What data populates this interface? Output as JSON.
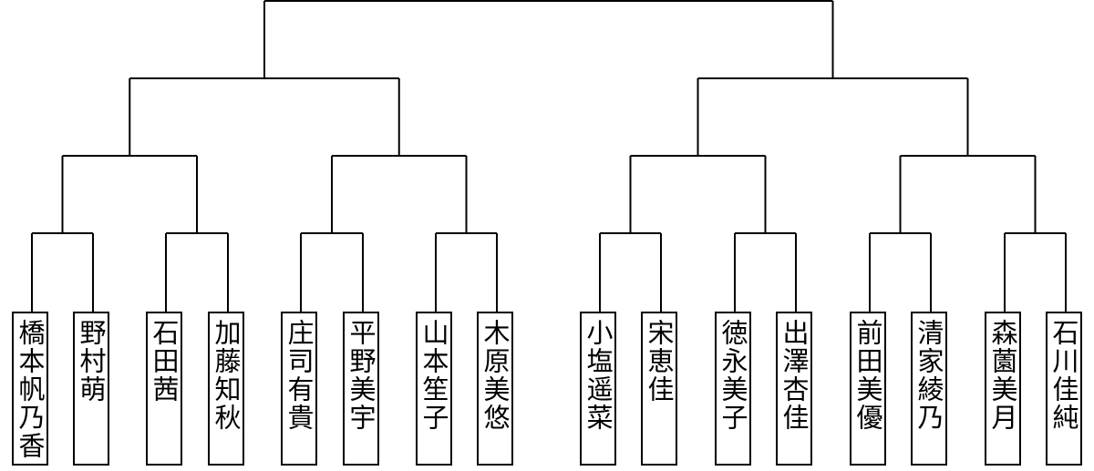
{
  "bracket": {
    "players": [
      "橋本帆乃香",
      "野村萌",
      "石田茜",
      "加藤知秋",
      "庄司有貴",
      "平野美宇",
      "山本笙子",
      "木原美悠",
      "小塩遥菜",
      "宋恵佳",
      "徳永美子",
      "出澤杏佳",
      "前田美優",
      "清家綾乃",
      "森薗美月",
      "石川佳純"
    ],
    "line_color": "#000000"
  }
}
